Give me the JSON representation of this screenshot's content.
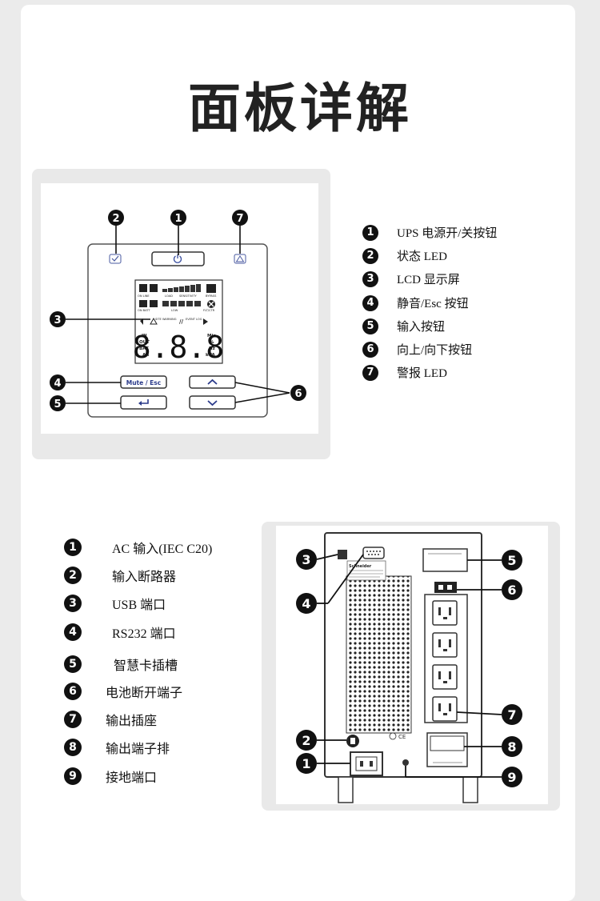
{
  "title": "面板详解",
  "front_panel": {
    "buttons": {
      "mute_esc": "Mute / Esc"
    },
    "lcd": {
      "digits": "8.8.8",
      "left_units": [
        "IN",
        "OUT",
        "BAT",
        "Ah"
      ],
      "right_units": [
        "Min",
        "%",
        "Hz",
        "kVA"
      ],
      "top_labels": [
        "ON LINE",
        "LOAD",
        "SENSITIVITY",
        "BYPASS"
      ],
      "mid_labels": [
        "ON BATT",
        "LOW",
        "FLT/CTR"
      ],
      "status_labels": [
        "SITE WARNING",
        "EVENT LOG"
      ]
    },
    "callouts": [
      "1",
      "2",
      "3",
      "4",
      "5",
      "6",
      "7"
    ]
  },
  "front_legend": [
    {
      "n": "1",
      "label": "UPS 电源开/关按钮"
    },
    {
      "n": "2",
      "label": "状态 LED"
    },
    {
      "n": "3",
      "label": "LCD 显示屏"
    },
    {
      "n": "4",
      "label": "静音/Esc 按钮"
    },
    {
      "n": "5",
      "label": "输入按钮"
    },
    {
      "n": "6",
      "label": "向上/向下按钮"
    },
    {
      "n": "7",
      "label": "警报 LED"
    }
  ],
  "rear_legend": [
    {
      "n": "1",
      "label": "AC  输入(IEC C20)"
    },
    {
      "n": "2",
      "label": "输入断路器"
    },
    {
      "n": "3",
      "label": "USB  端口"
    },
    {
      "n": "4",
      "label": "RS232 端口"
    },
    {
      "n": "5",
      "label": "智慧卡插槽"
    },
    {
      "n": "6",
      "label": "电池断开端子"
    },
    {
      "n": "7",
      "label": "输出插座"
    },
    {
      "n": "8",
      "label": "输出端子排"
    },
    {
      "n": "9",
      "label": "接地端口"
    }
  ],
  "rear_panel": {
    "brand": "Schneider",
    "callouts": [
      "1",
      "2",
      "3",
      "4",
      "5",
      "6",
      "7",
      "8",
      "9"
    ]
  }
}
